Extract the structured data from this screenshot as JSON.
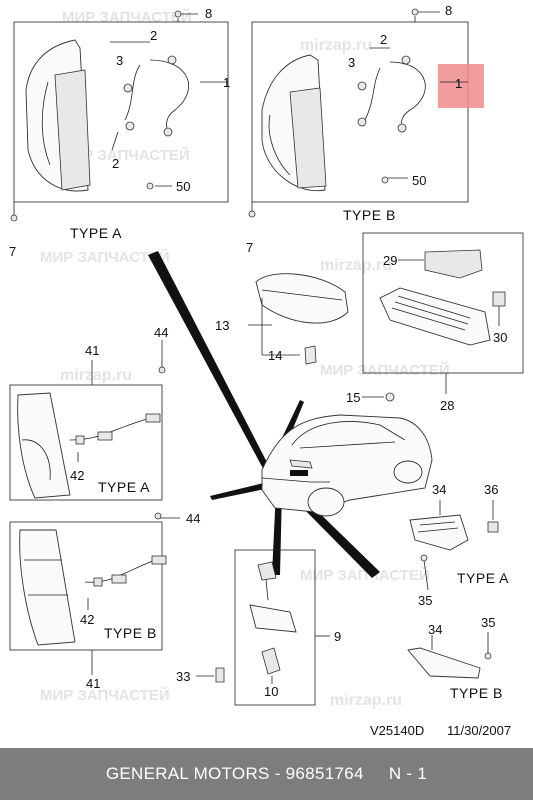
{
  "labels": {
    "n8_a": "8",
    "n2_a1": "2",
    "n3_a": "3",
    "n1_a": "1",
    "n2_a2": "2",
    "n50_a": "50",
    "n7_a": "7",
    "type_a_top": "TYPE A",
    "n8_b": "8",
    "n2_b": "2",
    "n3_b": "3",
    "n1_b": "1",
    "n50_b": "50",
    "n7_b": "7",
    "type_b_top": "TYPE B",
    "n29": "29",
    "n30": "30",
    "n28": "28",
    "n13": "13",
    "n14": "14",
    "n15": "15",
    "n41_a": "41",
    "n44_a": "44",
    "n42_a": "42",
    "type_a_mid": "TYPE A",
    "n41_b": "41",
    "n44_b": "44",
    "n42_b": "42",
    "type_b_mid": "TYPE B",
    "n34_a": "34",
    "n36": "36",
    "n35_a": "35",
    "type_a_right": "TYPE A",
    "n34_b": "34",
    "n35_b": "35",
    "type_b_right": "TYPE B",
    "n9": "9",
    "n33": "33",
    "n10": "10"
  },
  "watermarks": {
    "brand_ru": "МИР ЗАПЧАСТЕЙ",
    "domain": "mirzap.ru"
  },
  "footer": {
    "doc_code": "V25140D",
    "date": "11/30/2007",
    "caption": "GENERAL MOTORS - 96851764     N - 1"
  },
  "colors": {
    "highlight": "#f08c8c",
    "footer_bg": "#7d7d7d",
    "watermark": "#e3e3e3"
  }
}
